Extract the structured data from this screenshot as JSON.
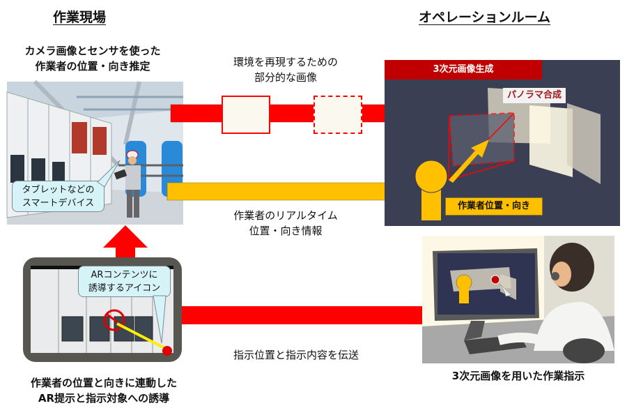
{
  "headings": {
    "site": "作業現場",
    "operation_room": "オペレーションルーム"
  },
  "site": {
    "estimation_caption_line1": "カメラ画像とセンサを使った",
    "estimation_caption_line2": "作業者の位置・向き推定",
    "device_callout_line1": "タブレットなどの",
    "device_callout_line2": "スマートデバイス",
    "ar_callout_line1": "ARコンテンツに",
    "ar_callout_line2": "誘導するアイコン",
    "ar_caption_line1": "作業者の位置と向きに連動した",
    "ar_caption_line2": "AR提示と指示対象への誘導"
  },
  "flows": {
    "partial_images_line1": "環境を再現するための",
    "partial_images_line2": "部分的な画像",
    "realtime_line1": "作業者のリアルタイム",
    "realtime_line2": "位置・向き情報",
    "instruction_transfer": "指示位置と指示内容を伝送"
  },
  "operation_room": {
    "banner": "3次元画像生成",
    "panorama_label": "パノラマ合成",
    "worker_label": "作業者位置・向き",
    "instruction_caption": "3次元画像を用いた作業指示"
  },
  "colors": {
    "red": "#ff0000",
    "dark_red": "#c00000",
    "amber": "#ffc000",
    "navy": "#3a3f54",
    "callout": "#d6f4f8"
  }
}
